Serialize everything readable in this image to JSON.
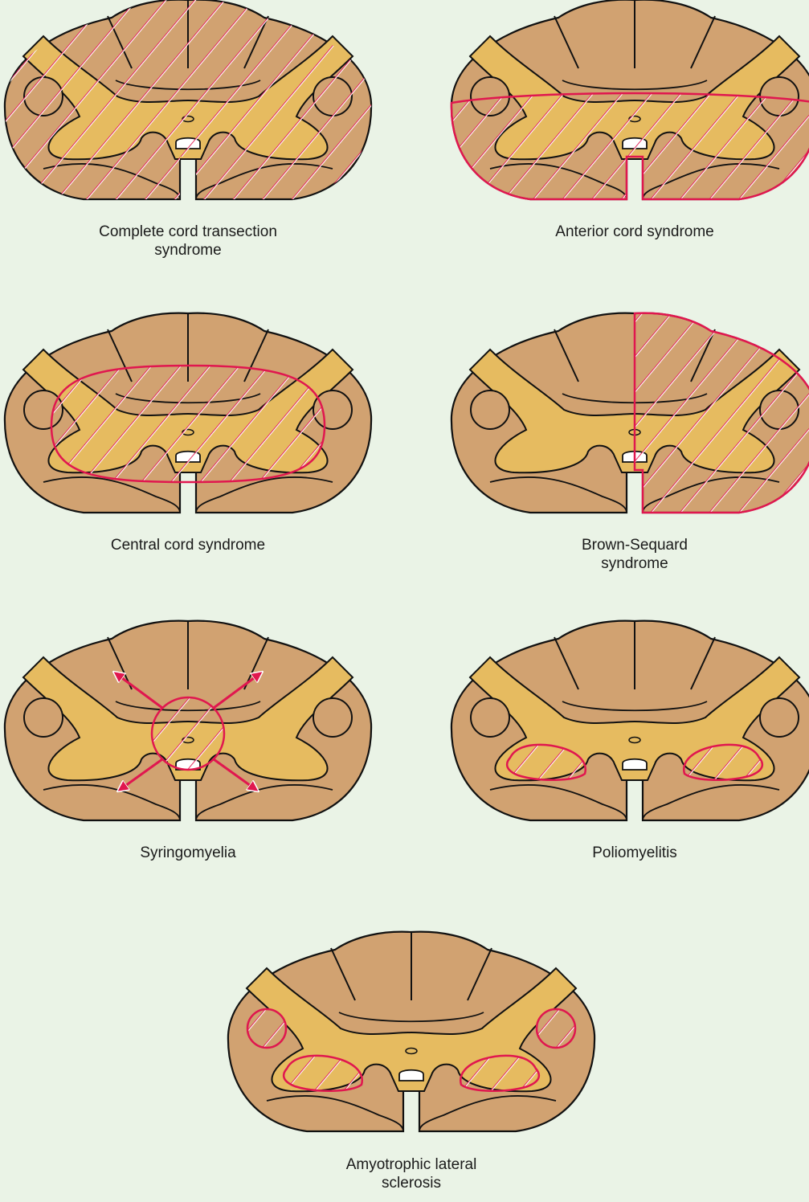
{
  "colors": {
    "background": "#eaf3e6",
    "white_matter": "#d1a271",
    "gray_matter": "#e6bb60",
    "outline": "#111111",
    "lesion": "#e0174f"
  },
  "panels": [
    {
      "id": "complete",
      "caption": "Complete cord transection\nsyndrome",
      "lesion": "complete"
    },
    {
      "id": "anterior",
      "caption": "Anterior cord syndrome",
      "lesion": "anterior"
    },
    {
      "id": "central",
      "caption": "Central cord syndrome",
      "lesion": "central"
    },
    {
      "id": "brown-sequard",
      "caption": "Brown-Sequard\nsyndrome",
      "lesion": "hemisection"
    },
    {
      "id": "syringomyelia",
      "caption": "Syringomyelia",
      "lesion": "syrinx"
    },
    {
      "id": "poliomyelitis",
      "caption": "Poliomyelitis",
      "lesion": "anterior-horns"
    },
    {
      "id": "als",
      "caption": "Amyotrophic lateral\nsclerosis",
      "lesion": "anterior-horns-and-lateral-columns"
    }
  ]
}
